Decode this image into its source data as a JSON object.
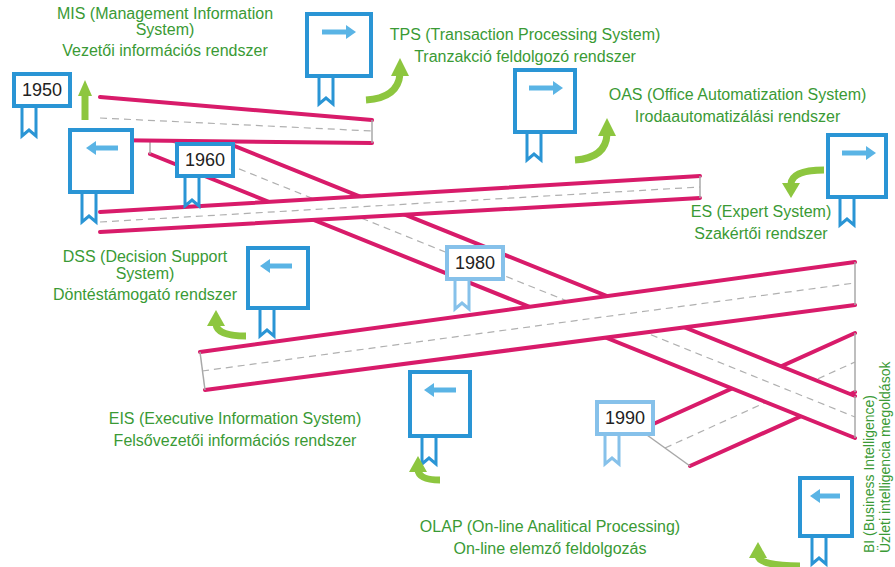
{
  "diagram": {
    "nodes": [
      {
        "text": [
          "1950"
        ]
      },
      {
        "text": [
          "1960"
        ]
      },
      {
        "text": [
          "1980"
        ]
      },
      {
        "text": [
          "1990"
        ]
      }
    ],
    "labels": [
      "MIS (Management Information System)",
      "Vezetői információs rendszer",
      "TPS (Transaction Processing System)",
      "Tranzakció feldolgozó rendszer",
      "OAS (Office Automatization System)",
      "Irodaautomatizálási rendszer",
      "ES (Expert System)",
      "Szakértői rendszer",
      "DSS (Decision Support System)",
      "Döntéstámogató rendszer",
      "EIS (Executive Information System)",
      "Felsővezetői információs rendszer",
      "OLAP (On-line Analitical Processing)",
      "On-line elemző feldolgozás",
      "BI (Business Intelligence)",
      "Üzleti intelligencia megoldások"
    ]
  }
}
